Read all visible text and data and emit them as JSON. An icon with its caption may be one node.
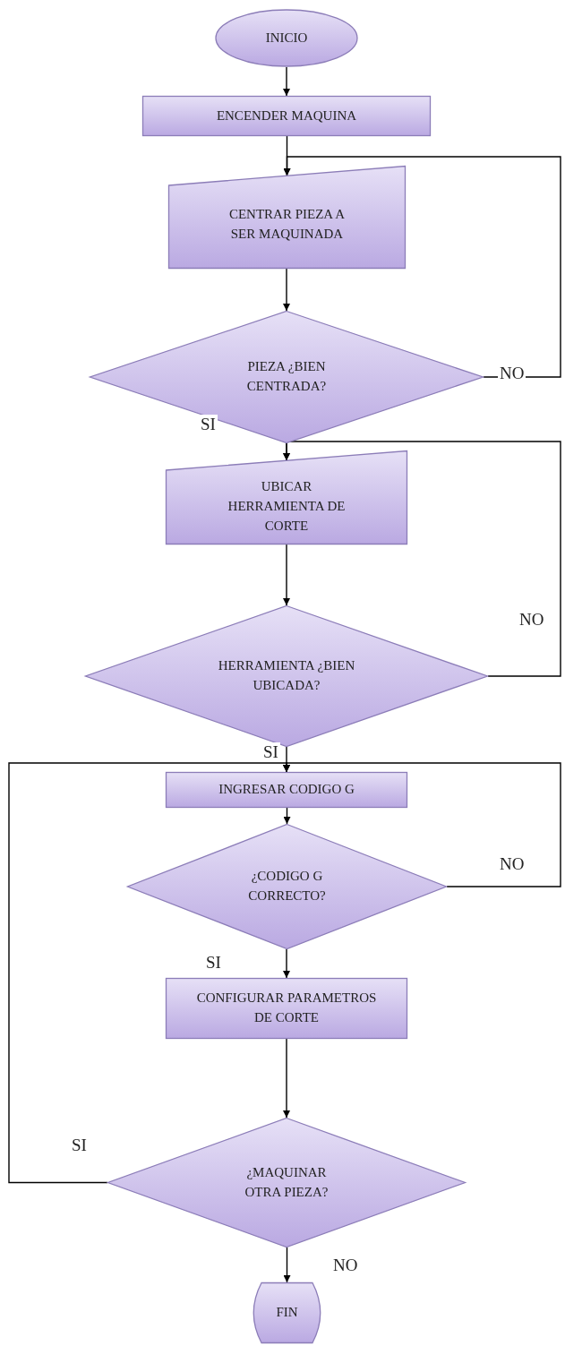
{
  "diagram": {
    "nodes": [
      {
        "text": [
          "INICIO"
        ]
      },
      {
        "text": [
          "ENCENDER MAQUINA"
        ]
      },
      {
        "text": [
          "CENTRAR PIEZA A SER MAQUINADA"
        ]
      },
      {
        "text": [
          "PIEZA ¿BIEN CENTRADA?"
        ]
      },
      {
        "text": [
          "UBICAR HERRAMIENTA DE CORTE"
        ]
      },
      {
        "text": [
          "HERRAMIENTA ¿BIEN UBICADA?"
        ]
      },
      {
        "text": [
          "INGRESAR CODIGO G"
        ]
      },
      {
        "text": [
          "¿CODIGO G CORRECTO?"
        ]
      },
      {
        "text": [
          "CONFIGURAR PARAMETROS DE CORTE"
        ]
      },
      {
        "text": [
          "¿MAQUINAR OTRA PIEZA?"
        ]
      },
      {
        "text": [
          "FIN"
        ]
      }
    ],
    "edges": [
      {
        "from": 0,
        "to": 1,
        "arrow": "to"
      },
      {
        "from": 1,
        "to": 2,
        "arrow": "to"
      },
      {
        "from": 2,
        "to": 3,
        "arrow": "to"
      },
      {
        "from": 3,
        "to": 2,
        "arrow": "to",
        "label": "NO"
      },
      {
        "from": 3,
        "to": 4,
        "arrow": "to",
        "label": "SI"
      },
      {
        "from": 4,
        "to": 5,
        "arrow": "to"
      },
      {
        "from": 5,
        "to": 4,
        "arrow": "to",
        "label": "NO"
      },
      {
        "from": 5,
        "to": 6,
        "arrow": "to",
        "label": "SI"
      },
      {
        "from": 6,
        "to": 7,
        "arrow": "to"
      },
      {
        "from": 7,
        "to": 6,
        "arrow": "to",
        "label": "NO"
      },
      {
        "from": 7,
        "to": 8,
        "arrow": "to",
        "label": "SI"
      },
      {
        "from": 8,
        "to": 9,
        "arrow": "to"
      },
      {
        "from": 9,
        "to": 6,
        "arrow": "to",
        "label": "SI"
      },
      {
        "from": 9,
        "to": 10,
        "arrow": "to",
        "label": "NO"
      }
    ]
  }
}
